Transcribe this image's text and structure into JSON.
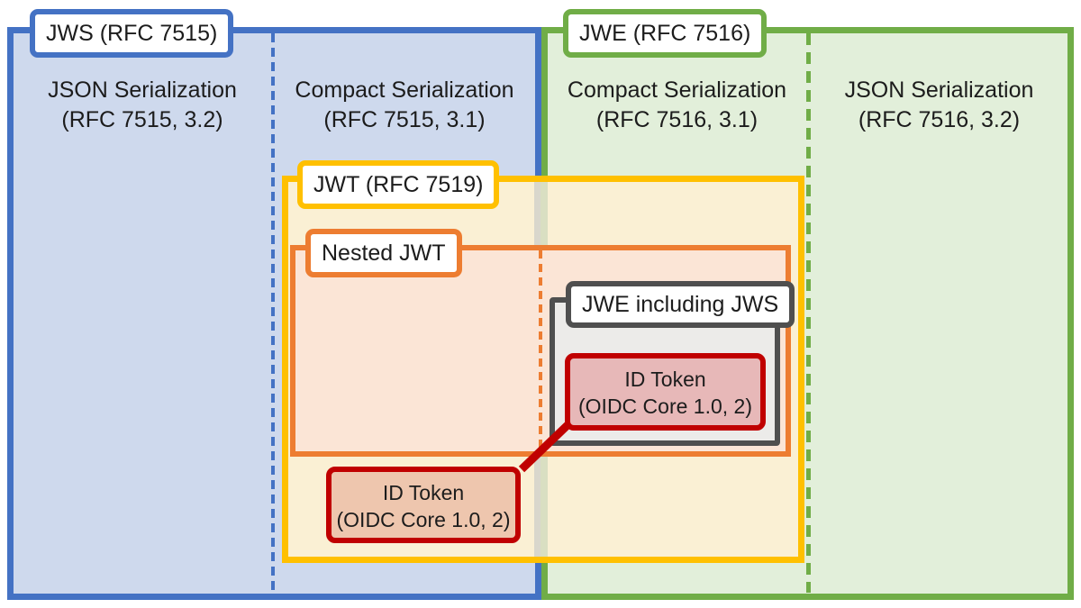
{
  "boxes": {
    "jws": {
      "label": "JWS (RFC 7515)",
      "border_color": "#4472C4",
      "fill_color": "#CED9ED"
    },
    "jwe": {
      "label": "JWE (RFC 7516)",
      "border_color": "#70AD47",
      "fill_color": "#E2EFDA"
    },
    "jwt": {
      "label": "JWT (RFC 7519)",
      "border_color": "#FFC000",
      "fill_color": "#FAF0D4"
    },
    "nested_jwt": {
      "label": "Nested JWT",
      "border_color": "#ED7D31",
      "fill_color": "#FBE5D6"
    },
    "jwe_including_jws": {
      "label": "JWE including JWS",
      "border_color": "#4F4F4F",
      "fill_color": "#ECEBE9"
    },
    "id_token_in_jwe": {
      "line1": "ID Token",
      "line2": "(OIDC Core 1.0, 2)",
      "border_color": "#C00000",
      "fill_color": "#E7B8B8"
    },
    "id_token_in_jwt": {
      "line1": "ID Token",
      "line2": "(OIDC Core 1.0, 2)",
      "border_color": "#C00000",
      "fill_color": "#EEC6AE"
    }
  },
  "regions": {
    "jws_json": {
      "line1": "JSON Serialization",
      "line2": "(RFC 7515, 3.2)"
    },
    "jws_compact": {
      "line1": "Compact Serialization",
      "line2": "(RFC 7515, 3.1)"
    },
    "jwe_compact": {
      "line1": "Compact Serialization",
      "line2": "(RFC 7516, 3.1)"
    },
    "jwe_json": {
      "line1": "JSON Serialization",
      "line2": "(RFC 7516, 3.2)"
    }
  },
  "connector": {
    "color": "#C00000"
  }
}
